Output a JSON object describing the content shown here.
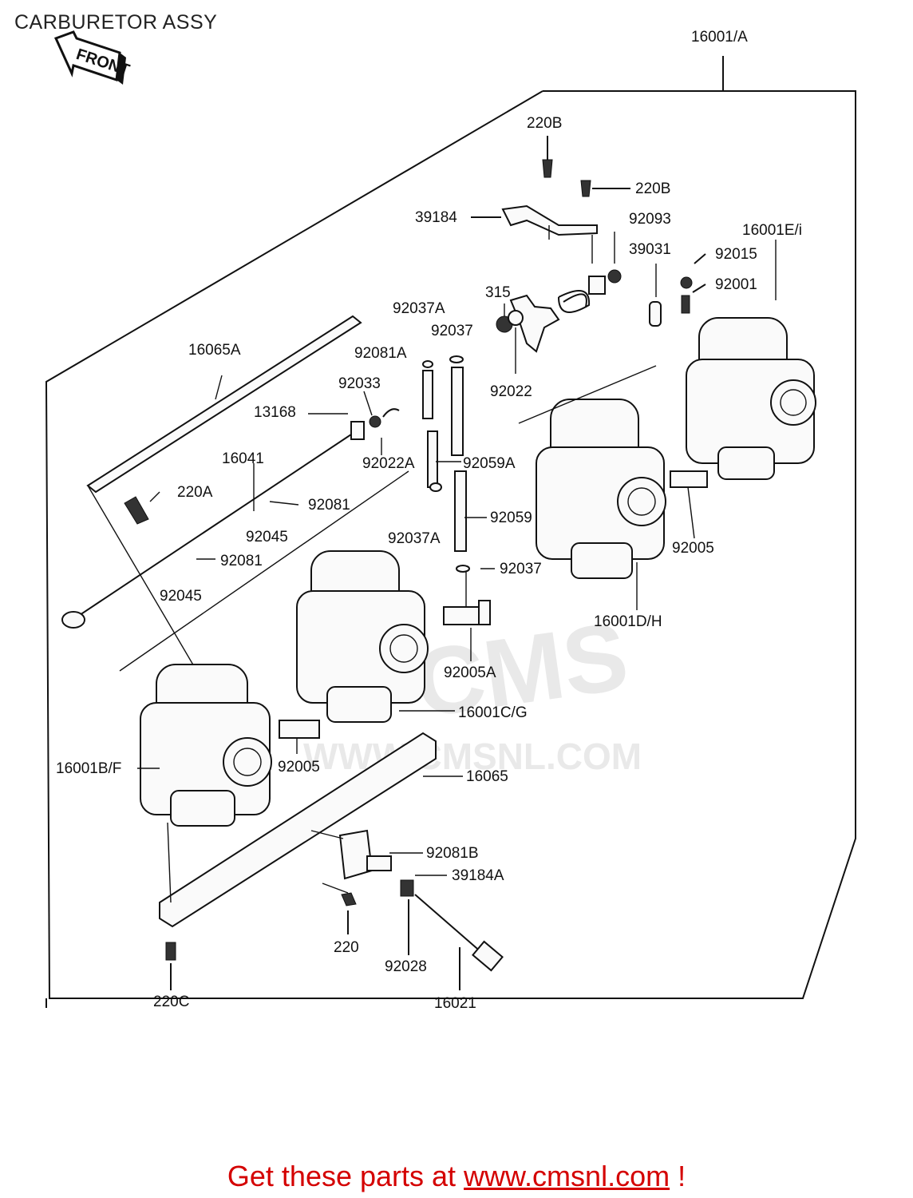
{
  "title": "CARBURETOR ASSY",
  "front_arrow": "FRONT",
  "watermark": {
    "logo": "CMS",
    "url": "WWW.CMSNL.COM"
  },
  "footer": {
    "prefix": "Get these parts at ",
    "link": "www.cmsnl.com",
    "suffix": " !"
  },
  "labels": {
    "p16001A": "16001/A",
    "p220B_top": "220B",
    "p220B_right": "220B",
    "p39184": "39184",
    "p92093": "92093",
    "p16001Ei": "16001E/i",
    "p39031": "39031",
    "p92015": "92015",
    "p92001": "92001",
    "p315": "315",
    "p92037A_top": "92037A",
    "p92037_top": "92037",
    "p92081A": "92081A",
    "p92022": "92022",
    "p16065A": "16065A",
    "p92033": "92033",
    "p13168": "13168",
    "p16041": "16041",
    "p92022A": "92022A",
    "p92059A": "92059A",
    "p220A": "220A",
    "p92081_1": "92081",
    "p92059": "92059",
    "p92045_1": "92045",
    "p92037A_mid": "92037A",
    "p92005_right": "92005",
    "p92081_2": "92081",
    "p92037_mid": "92037",
    "p92045_2": "92045",
    "p16001DH": "16001D/H",
    "p92005A": "92005A",
    "p16001CG": "16001C/G",
    "p16001BF": "16001B/F",
    "p92005_left": "92005",
    "p16065": "16065",
    "p92081B": "92081B",
    "p39184A": "39184A",
    "p220": "220",
    "p92028": "92028",
    "p220C": "220C",
    "p16021": "16021"
  }
}
